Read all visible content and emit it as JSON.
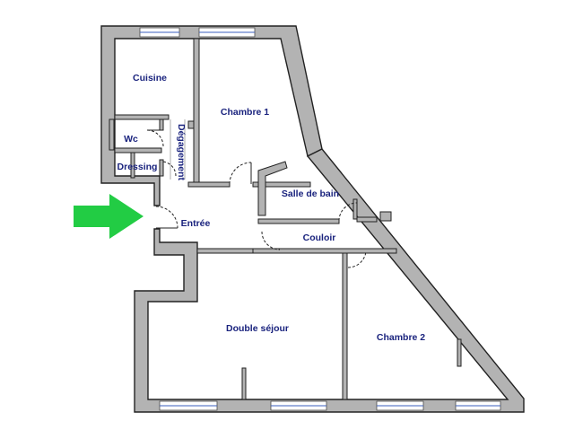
{
  "floor_plan": {
    "rooms": [
      {
        "id": "cuisine",
        "label": "Cuisine"
      },
      {
        "id": "chambre1",
        "label": "Chambre 1"
      },
      {
        "id": "wc",
        "label": "Wc"
      },
      {
        "id": "degagement",
        "label": "Dégagement"
      },
      {
        "id": "dressing",
        "label": "Dressing"
      },
      {
        "id": "salle-de-bain",
        "label": "Salle de bain"
      },
      {
        "id": "entree",
        "label": "Entrée"
      },
      {
        "id": "couloir",
        "label": "Couloir"
      },
      {
        "id": "double-sejour",
        "label": "Double séjour"
      },
      {
        "id": "chambre2",
        "label": "Chambre 2"
      }
    ],
    "colors": {
      "wall": "#b3b3b3",
      "wall_outline": "#222222",
      "label": "#1a237e",
      "entry_arrow": "#22cc44",
      "window_glass": "#3b5fbf"
    }
  }
}
